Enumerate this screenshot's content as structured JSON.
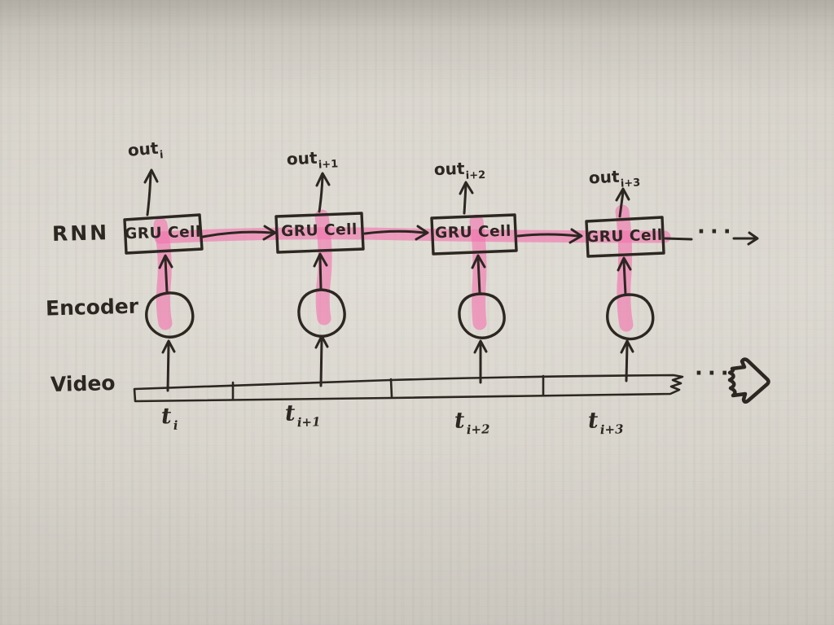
{
  "diagram": {
    "row_labels": {
      "rnn": "RNN",
      "encoder": "Encoder",
      "video": "Video"
    },
    "cells": [
      {
        "label": "GRU Cell"
      },
      {
        "label": "GRU Cell"
      },
      {
        "label": "GRU Cell"
      },
      {
        "label": "GRU Cell"
      }
    ],
    "outputs": [
      {
        "base": "out",
        "sub": "i"
      },
      {
        "base": "out",
        "sub": "i+1"
      },
      {
        "base": "out",
        "sub": "i+2"
      },
      {
        "base": "out",
        "sub": "i+3"
      }
    ],
    "timesteps": [
      {
        "base": "t",
        "sub": "i"
      },
      {
        "base": "t",
        "sub": "i+1"
      },
      {
        "base": "t",
        "sub": "i+2"
      },
      {
        "base": "t",
        "sub": "i+3"
      }
    ],
    "rnn_continuation": "···",
    "video_continuation": "···",
    "icons": {
      "rnn_next_arrow": "right-arrow-icon",
      "video_next_arrow": "block-arrow-right-icon"
    }
  },
  "colors": {
    "paper": "#d6d2ca",
    "ink": "#2c2721",
    "highlight": "#f472ae"
  }
}
